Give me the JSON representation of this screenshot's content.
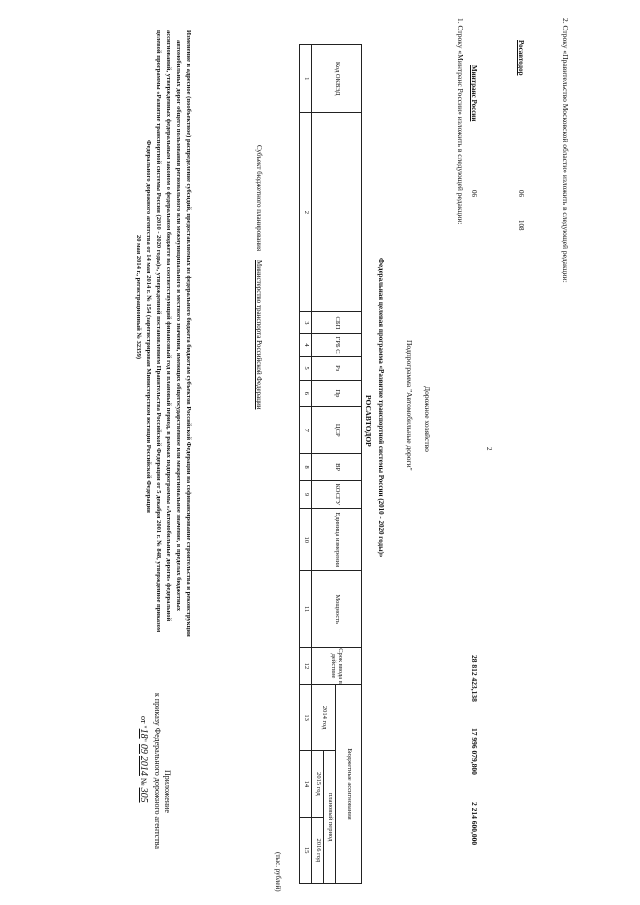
{
  "header": {
    "line1": "Приложение",
    "line2": "к приказу Федерального дорожного агентства",
    "date_prefix": "от \"",
    "date_day": "18",
    "date_mid": "\"",
    "date_month": "09",
    "date_year": "2014",
    "date_no": "№",
    "date_number": "305"
  },
  "intro": {
    "lines": [
      "Изменение в адресное (пообъектное) распределение субсидий, предоставляемых из федерального бюджета бюджетам субъектов Российской Федерации на софинансирование строительства и реконструкции",
      "автомобильных дорог общего пользования регионального или межмуниципального и местного значения, имеющих общегосударственное или межрегиональное значение, в пределах бюджетных",
      "ассигнований, утвержденных федеральным законом о федеральном бюджете на соответствующий финансовый год и плановый период, в рамках подпрограммы «Автомобильные дороги» федеральной",
      "целевой программы «Развитие транспортной системы России (2010 - 2020 годы)», утвержденной постановлением Правительства Российской Федерации от 5 декабря 2001 г. № 848, утвержденное приказом",
      "Федерального дорожного агентства от 14 мая 2014 г. № 154 (зарегистрирован Министерством юстиции Российской Федерации",
      "20 мая 2014 г., регистрационный № 32359)"
    ]
  },
  "subject": {
    "label": "Субъект бюджетного планирования",
    "value": "Министерство транспорта Российской Федерации"
  },
  "units": "(тыс. рублей)",
  "table": {
    "headers": {
      "kod_okved": "Код ОКВЭД",
      "sbp": "СБП",
      "grbs": "ГРБ С",
      "rz": "Рз",
      "pr": "Пр",
      "csr": "ЦСР",
      "vr": "ВР",
      "kosgu": "КОСГУ",
      "unit": "Единица измерения",
      "power": "Мощность",
      "term": "Срок ввода в действие",
      "budget": "Бюджетные ассигнования",
      "y2014": "2014 год",
      "plan": "плановый период",
      "y2015": "2015 год",
      "y2016": "2016 год"
    },
    "numbers": [
      "1",
      "2",
      "3",
      "4",
      "5",
      "6",
      "7",
      "8",
      "9",
      "10",
      "11",
      "12",
      "13",
      "14",
      "15"
    ]
  },
  "rosavtodor": "РОСАВТОДОР",
  "program": "Федеральная целевая программа «Развитие транспортной системы России (2010 - 2020 годы)»",
  "subprogram": "Подпрограмма \"Автомобильные дороги\"",
  "road": "Дорожное хозяйство",
  "totals": {
    "y2014": "28 812 423,138",
    "y2015": "17 996 079,800",
    "y2016": "2 214 600,000"
  },
  "item1": {
    "text": "1. Строку «Минтранс России» изложить в следующей редакции:",
    "org1": "Минтранс России",
    "org1_code": "06",
    "org2": "Росавтодор",
    "org2_code1": "06",
    "org2_code2": "108"
  },
  "item2": {
    "text": "2. Строку «Правительство Московской области» изложить в следующей редакции:"
  },
  "page_mark": "2"
}
